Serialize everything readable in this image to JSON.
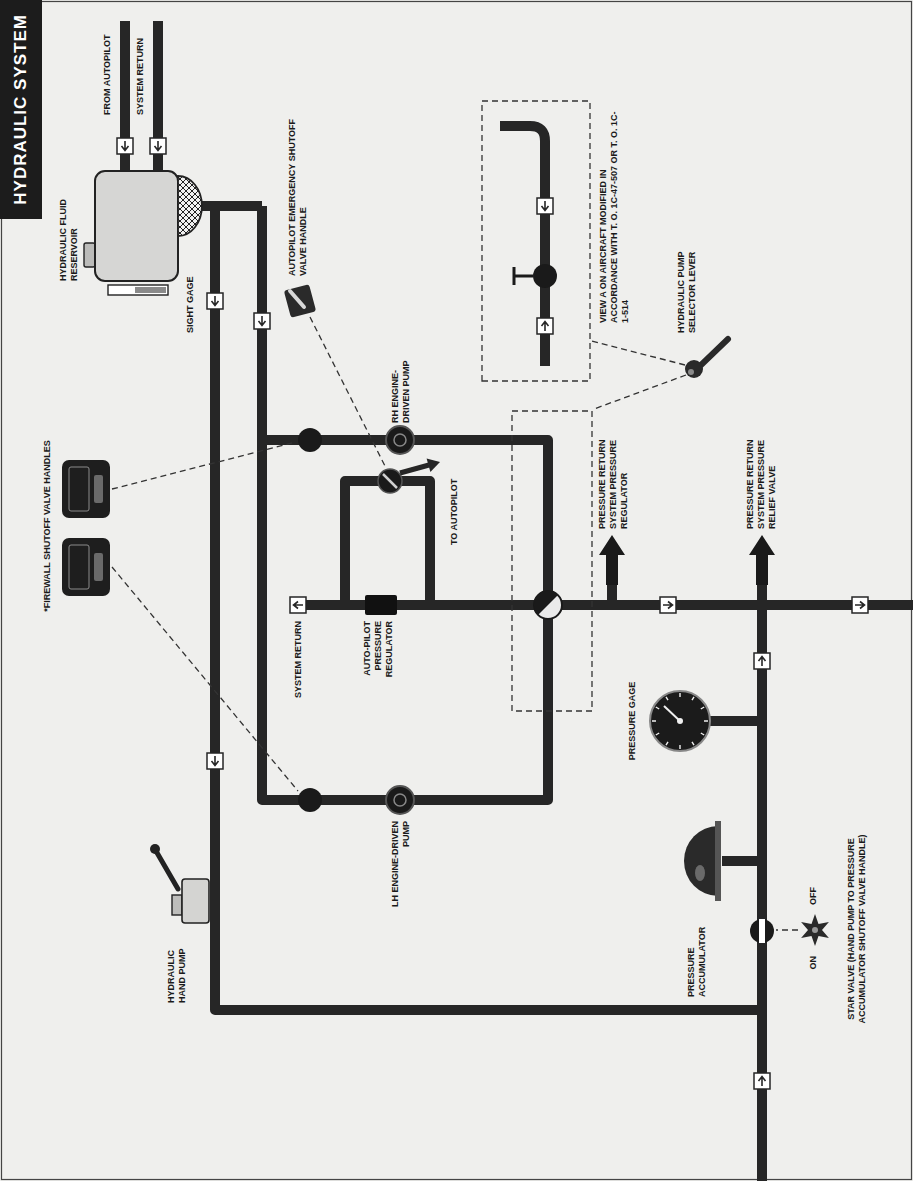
{
  "diagram": {
    "title": "HYDRAULIC SYSTEM",
    "labels": [
      "HYDRAULIC FLUID RESERVOIR",
      "FROM AUTOPILOT",
      "SYSTEM RETURN",
      "SIGHT GAGE",
      "HYDRAULIC HAND PUMP",
      "*FIREWALL SHUTOFF VALVE HANDLES",
      "AUTOPILOT EMERGENCY SHUTOFF VALVE HANDLE",
      "RH ENGINE-DRIVEN PUMP",
      "LH ENGINE-DRIVEN PUMP",
      "SYSTEM RETURN",
      "AUTO-PILOT PRESSURE REGULATOR",
      "TO AUTOPILOT",
      "VIEW A ON AIRCRAFT MODIFIED IN ACCORDANCE WITH T. O. 1C-47-507 OR T. O. 1C-1-514",
      "HYDRAULIC PUMP SELECTOR LEVER",
      "PRESSURE RETURN SYSTEM PRESSURE REGULATOR",
      "PRESSURE RETURN SYSTEM PRESSURE RELIEF VALVE",
      "PRESSURE GAGE",
      "PRESSURE ACCUMULATOR",
      "STAR VALVE (HAND PUMP TO PRESSURE ACCUMULATOR SHUTOFF VALVE HANDLE)",
      "ON",
      "OFF"
    ]
  }
}
